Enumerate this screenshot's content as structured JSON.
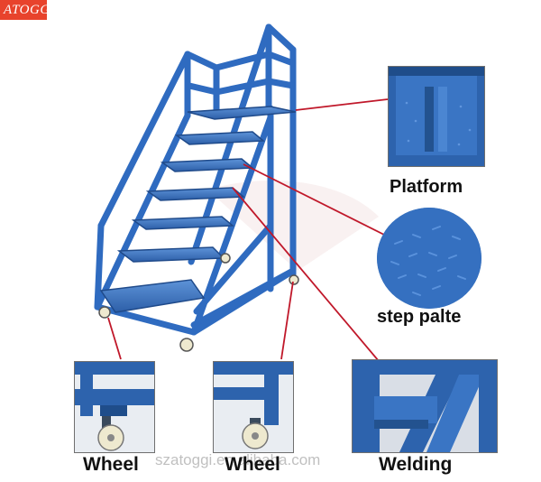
{
  "brand": {
    "logo_text": "ATOGGI",
    "logo_color": "#e8432c"
  },
  "captions": {
    "platform": "Platform",
    "step_plate": "step palte",
    "wheel_left": "Wheel",
    "wheel_right": "Wheel",
    "welding": "Welding"
  },
  "watermark": "szatoggi.en.alibaba.com",
  "colors": {
    "ladder_blue": "#2f6bc0",
    "pointer_red": "#c0182a",
    "caster_cream": "#eee9cf"
  }
}
